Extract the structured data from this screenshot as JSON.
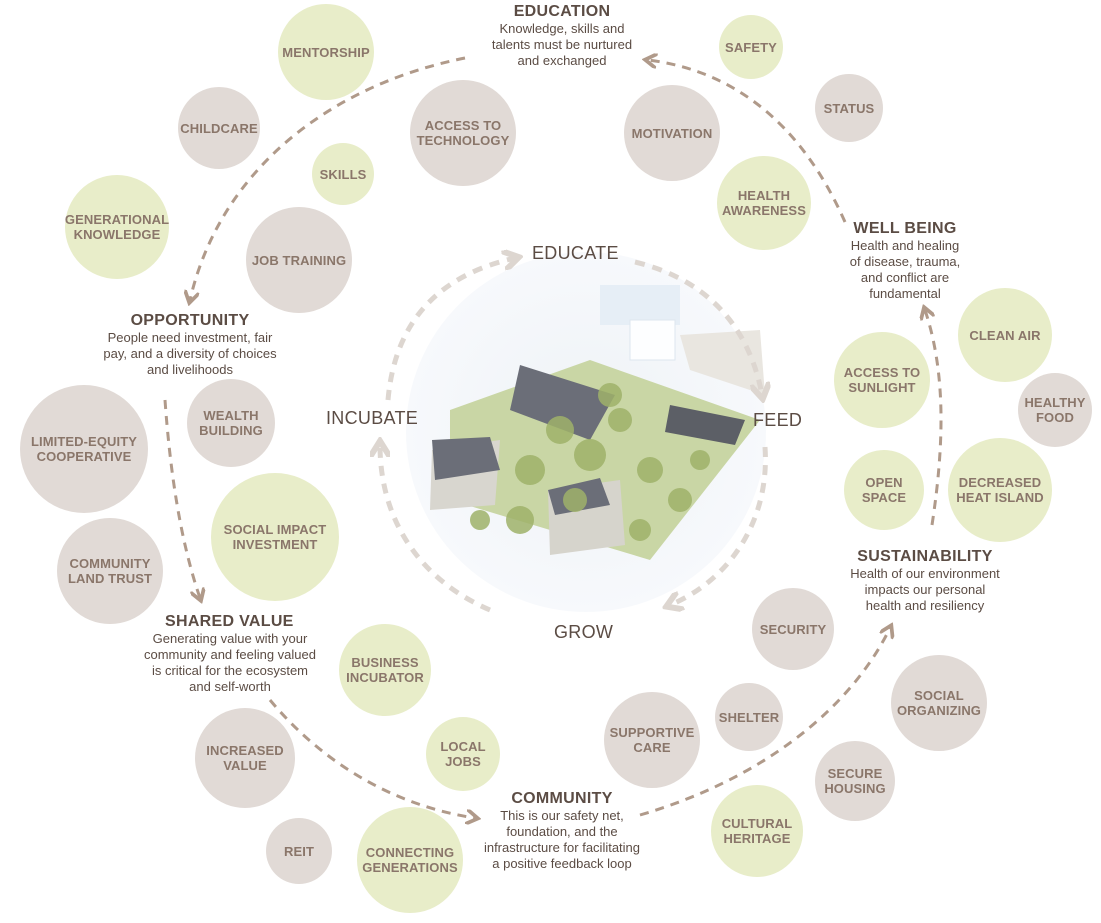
{
  "groups": {
    "education": {
      "title": "EDUCATION",
      "desc": "Knowledge, skills and\ntalents must be nurtured\nand exchanged"
    },
    "well_being": {
      "title": "WELL BEING",
      "desc": "Health and healing\nof disease, trauma,\nand conflict are\nfundamental"
    },
    "sustainability": {
      "title": "SUSTAINABILITY",
      "desc": "Health of our environment\nimpacts our personal\nhealth and resiliency"
    },
    "community": {
      "title": "COMMUNITY",
      "desc": "This is our safety net,\nfoundation, and the\ninfrastructure for facilitating\na positive feedback loop"
    },
    "shared_value": {
      "title": "SHARED VALUE",
      "desc": "Generating value with your\ncommunity and feeling valued\nis critical for the ecosystem\nand self-worth"
    },
    "opportunity": {
      "title": "OPPORTUNITY",
      "desc": "People need investment, fair\npay, and a diversity of choices\nand livelihoods"
    }
  },
  "cycle": {
    "educate": "EDUCATE",
    "feed": "FEED",
    "grow": "GROW",
    "incubate": "INCUBATE"
  },
  "bubbles": [
    {
      "label": "MENTORSHIP",
      "color": "green"
    },
    {
      "label": "CHILDCARE",
      "color": "grey"
    },
    {
      "label": "ACCESS TO\nTECHNOLOGY",
      "color": "grey"
    },
    {
      "label": "SKILLS",
      "color": "green"
    },
    {
      "label": "GENERATIONAL\nKNOWLEDGE",
      "color": "green"
    },
    {
      "label": "JOB TRAINING",
      "color": "grey"
    },
    {
      "label": "SAFETY",
      "color": "green"
    },
    {
      "label": "STATUS",
      "color": "grey"
    },
    {
      "label": "MOTIVATION",
      "color": "grey"
    },
    {
      "label": "HEALTH\nAWARENESS",
      "color": "green"
    },
    {
      "label": "CLEAN AIR",
      "color": "green"
    },
    {
      "label": "ACCESS TO\nSUNLIGHT",
      "color": "green"
    },
    {
      "label": "HEALTHY\nFOOD",
      "color": "grey"
    },
    {
      "label": "OPEN\nSPACE",
      "color": "green"
    },
    {
      "label": "DECREASED\nHEAT ISLAND",
      "color": "green"
    },
    {
      "label": "WEALTH\nBUILDING",
      "color": "grey"
    },
    {
      "label": "LIMITED-EQUITY\nCOOPERATIVE",
      "color": "grey"
    },
    {
      "label": "SOCIAL IMPACT\nINVESTMENT",
      "color": "green"
    },
    {
      "label": "COMMUNITY\nLAND TRUST",
      "color": "grey"
    },
    {
      "label": "BUSINESS\nINCUBATOR",
      "color": "green"
    },
    {
      "label": "INCREASED\nVALUE",
      "color": "grey"
    },
    {
      "label": "LOCAL\nJOBS",
      "color": "green"
    },
    {
      "label": "REIT",
      "color": "grey"
    },
    {
      "label": "CONNECTING\nGENERATIONS",
      "color": "green"
    },
    {
      "label": "SECURITY",
      "color": "grey"
    },
    {
      "label": "SOCIAL\nORGANIZING",
      "color": "grey"
    },
    {
      "label": "SUPPORTIVE\nCARE",
      "color": "grey"
    },
    {
      "label": "SHELTER",
      "color": "grey"
    },
    {
      "label": "SECURE\nHOUSING",
      "color": "grey"
    },
    {
      "label": "CULTURAL\nHERITAGE",
      "color": "green"
    }
  ],
  "colors": {
    "green": "#e8edc9",
    "grey": "#e1dad6",
    "arrow": "#b09a8a",
    "inner_arrow": "#ddd6d0",
    "text": "#5b4c44"
  }
}
